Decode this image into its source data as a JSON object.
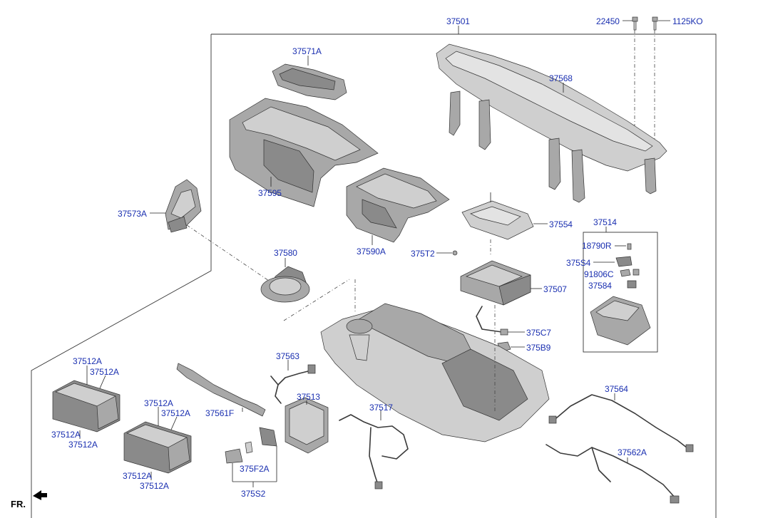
{
  "labels": {
    "p37501": "37501",
    "p22450": "22450",
    "p1125KO": "1125KO",
    "p37571A": "37571A",
    "p37568": "37568",
    "p37595": "37595",
    "p37573A": "37573A",
    "p37590A": "37590A",
    "p37554": "37554",
    "p37514": "37514",
    "p18790R": "18790R",
    "p375S4": "375S4",
    "p91806C": "91806C",
    "p37584": "37584",
    "p375T2": "375T2",
    "p37580": "37580",
    "p37507": "37507",
    "p375C7": "375C7",
    "p375B9": "375B9",
    "p37563": "37563",
    "p37512A_1": "37512A",
    "p37512A_2": "37512A",
    "p37512A_3": "37512A",
    "p37512A_4": "37512A",
    "p37512A_5": "37512A",
    "p37512A_6": "37512A",
    "p37512A_7": "37512A",
    "p37512A_8": "37512A",
    "p37561F": "37561F",
    "p37513": "37513",
    "p37517": "37517",
    "p37564": "37564",
    "p37562A": "37562A",
    "p375F2A": "375F2A",
    "p375S2": "375S2"
  },
  "direction": "FR.",
  "colors": {
    "label": "#1a2fb0",
    "line": "#222222",
    "part": "#a8a8a8"
  }
}
